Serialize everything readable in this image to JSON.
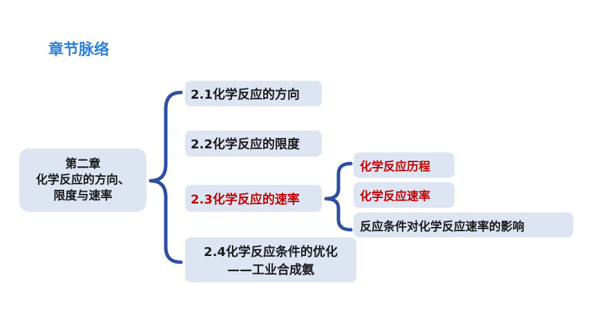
{
  "title": "章节脉络",
  "root": {
    "line1": "第二章",
    "line2": "化学反应的方向、",
    "line3": "限度与速率"
  },
  "sections": [
    {
      "label": "2.1化学反应的方向"
    },
    {
      "label": "2.2化学反应的限度"
    },
    {
      "label": "2.3化学反应的速率"
    },
    {
      "line1": "2.4化学反应条件的优化",
      "line2": "——工业合成氨"
    }
  ],
  "subsections": [
    {
      "label": "化学反应历程"
    },
    {
      "label": "化学反应速率"
    },
    {
      "label": "反应条件对化学反应速率的影响"
    }
  ],
  "colors": {
    "title": "#2e7fd9",
    "box": "#dde4f2",
    "brace": "#2f4ea0",
    "highlight": "#c00000"
  }
}
